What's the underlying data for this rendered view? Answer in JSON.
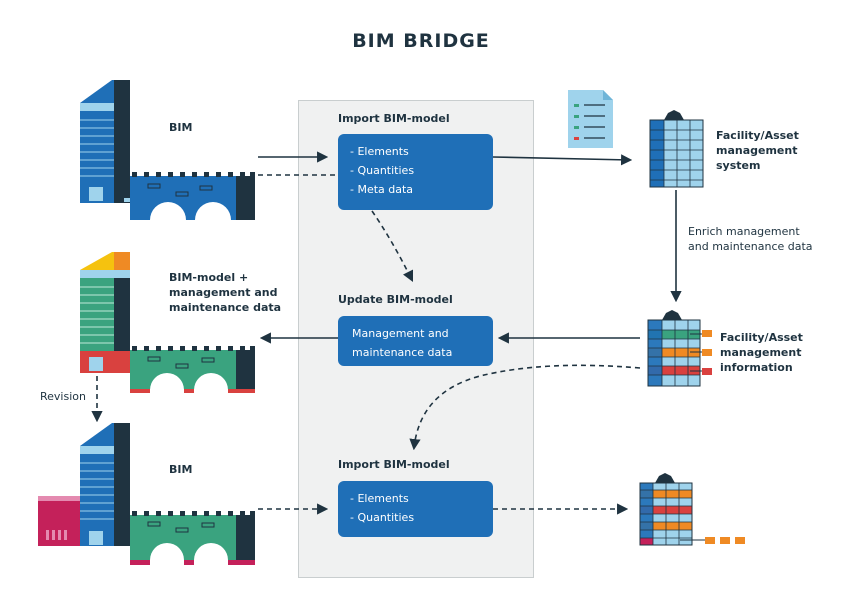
{
  "title": "BIM BRIDGE",
  "left": {
    "row1_label": "BIM",
    "row2_label": [
      "BIM-model +",
      "management and",
      "maintenance data"
    ],
    "revision_label": "Revision",
    "row3_label": "BIM"
  },
  "bridge": {
    "section1": {
      "title": "Import BIM-model",
      "items": [
        "- Elements",
        "- Quantities",
        "- Meta data"
      ]
    },
    "section2": {
      "title": "Update BIM-model",
      "items": [
        "Management and",
        "maintenance data"
      ]
    },
    "section3": {
      "title": "Import BIM-model",
      "items": [
        "- Elements",
        "- Quantities"
      ]
    }
  },
  "right": {
    "system_label": [
      "Facility/Asset",
      "management",
      "system"
    ],
    "enrich_label": [
      "Enrich management",
      "and maintenance data"
    ],
    "info_label": [
      "Facility/Asset",
      "management",
      "information"
    ]
  },
  "colors": {
    "navy": "#1f3340",
    "blue": "#1f6fb7",
    "light_blue": "#9fd3ec",
    "green": "#3aa37f",
    "orange": "#ef8a24",
    "red": "#d9413f",
    "magenta": "#c4215a",
    "panel": "#f0f1f1"
  }
}
